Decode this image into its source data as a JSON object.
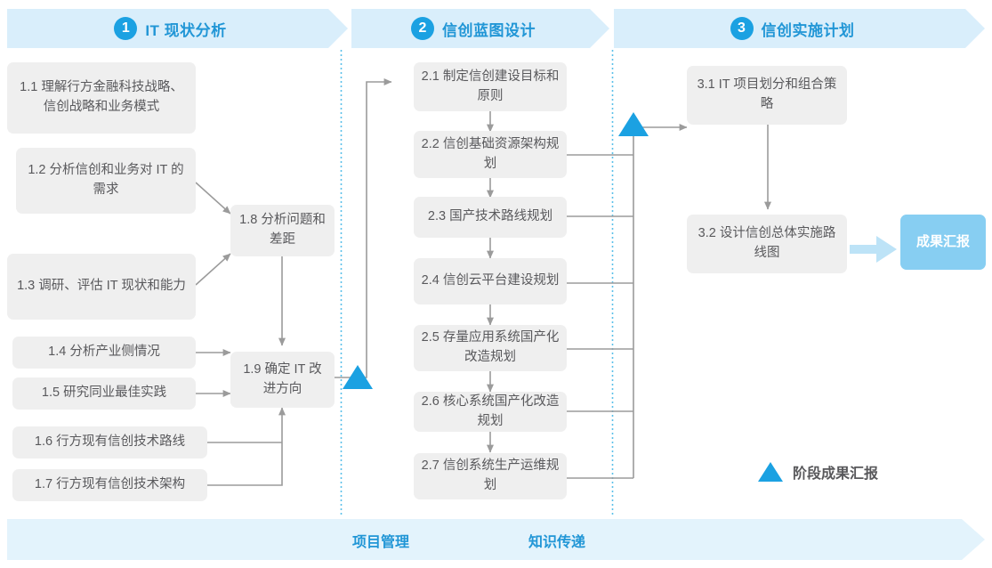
{
  "phases": [
    {
      "num": "1",
      "title": "IT 现状分析"
    },
    {
      "num": "2",
      "title": "信创蓝图设计"
    },
    {
      "num": "3",
      "title": "信创实施计划"
    }
  ],
  "phase1_tasks": [
    {
      "id": "1.1",
      "text": "1.1 理解行方金融科技战略、信创战略和业务模式"
    },
    {
      "id": "1.2",
      "text": "1.2 分析信创和业务对 IT 的需求"
    },
    {
      "id": "1.3",
      "text": "1.3 调研、评估 IT 现状和能力"
    },
    {
      "id": "1.4",
      "text": "1.4 分析产业侧情况"
    },
    {
      "id": "1.5",
      "text": "1.5 研究同业最佳实践"
    },
    {
      "id": "1.6",
      "text": "1.6 行方现有信创技术路线"
    },
    {
      "id": "1.7",
      "text": "1.7 行方现有信创技术架构"
    },
    {
      "id": "1.8",
      "text": "1.8 分析问题和差距"
    },
    {
      "id": "1.9",
      "text": "1.9 确定 IT 改进方向"
    }
  ],
  "phase2_tasks": [
    {
      "id": "2.1",
      "text": "2.1 制定信创建设目标和原则"
    },
    {
      "id": "2.2",
      "text": "2.2 信创基础资源架构规划"
    },
    {
      "id": "2.3",
      "text": "2.3 国产技术路线规划"
    },
    {
      "id": "2.4",
      "text": "2.4 信创云平台建设规划"
    },
    {
      "id": "2.5",
      "text": "2.5 存量应用系统国产化改造规划"
    },
    {
      "id": "2.6",
      "text": "2.6 核心系统国产化改造规划"
    },
    {
      "id": "2.7",
      "text": "2.7 信创系统生产运维规划"
    }
  ],
  "phase3_tasks": [
    {
      "id": "3.1",
      "text": "3.1 IT 项目划分和组合策略"
    },
    {
      "id": "3.2",
      "text": "3.2 设计信创总体实施路线图"
    }
  ],
  "result": {
    "text": "成果汇报"
  },
  "legend": {
    "label": "阶段成果汇报",
    "icon": "triangle-milestone-icon"
  },
  "footer": {
    "labels": [
      "项目管理",
      "知识传递"
    ]
  },
  "colors": {
    "banner_bg": "#d9eefb",
    "footer_bg": "#e3f3fc",
    "accent": "#1ba1e2",
    "title_text": "#2196d6",
    "box_bg": "#efefef",
    "box_text": "#59595c",
    "result_bg": "#87cef2",
    "connector": "#9b9b9b",
    "divider_dotted": "#5bc0ea"
  }
}
